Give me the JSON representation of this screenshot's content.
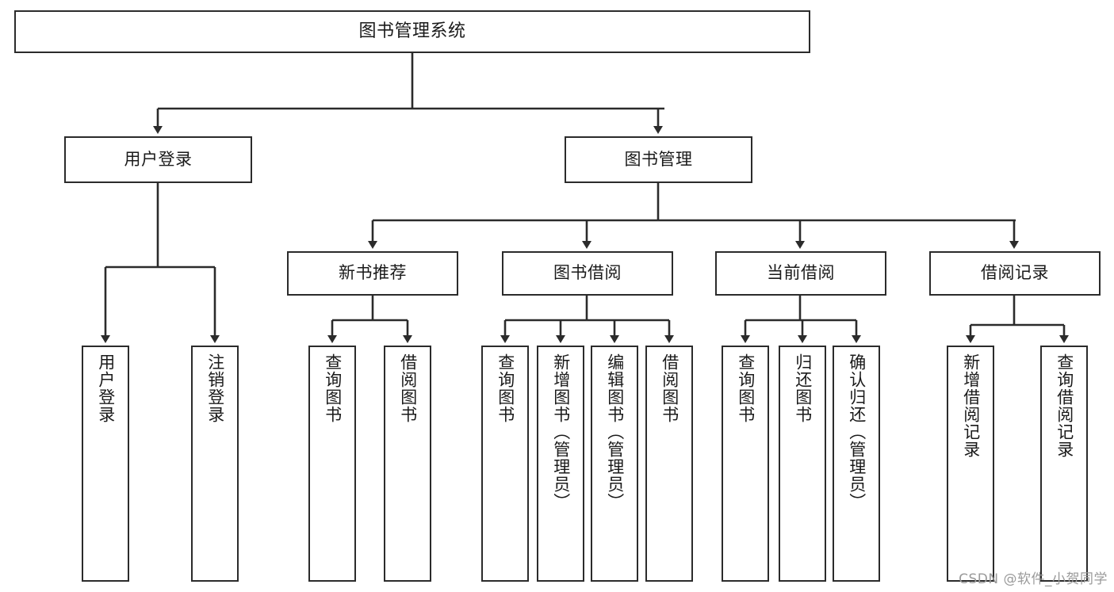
{
  "diagram": {
    "title": "图书管理系统",
    "watermark": "CSDN @软件_小贺同学",
    "line_color": "#2b2b2b",
    "box_fill": "#ffffff",
    "text_color": "#1a1a1a",
    "nodes": {
      "root": "图书管理系统",
      "l2_user_login": "用户登录",
      "l2_book_manage": "图书管理",
      "l3_new_book_rec": "新书推荐",
      "l3_book_borrow": "图书借阅",
      "l3_current_borrow": "当前借阅",
      "l3_borrow_record": "借阅记录",
      "leaf_user_login": "用户登录",
      "leaf_logout_login": "注销登录",
      "leaf_query_book_1": "查询图书",
      "leaf_borrow_book_1": "借阅图书",
      "leaf_query_book_2": "查询图书",
      "leaf_add_book_admin": "新增图书（管理员）",
      "leaf_edit_book_admin": "编辑图书（管理员）",
      "leaf_borrow_book_2": "借阅图书",
      "leaf_query_book_3": "查询图书",
      "leaf_return_book": "归还图书",
      "leaf_confirm_return_admin": "确认归还（管理员）",
      "leaf_add_borrow_record": "新增借阅记录",
      "leaf_query_borrow_record": "查询借阅记录"
    }
  }
}
